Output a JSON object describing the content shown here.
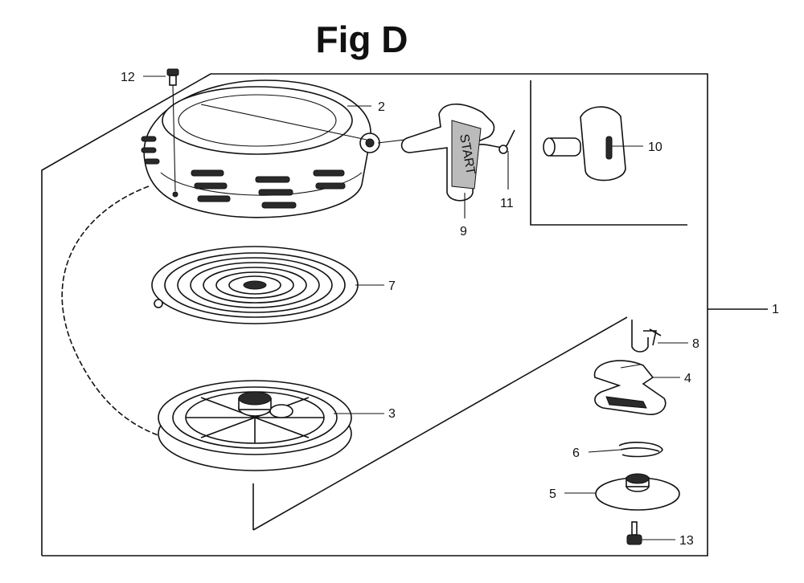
{
  "figure": {
    "title": "Fig D",
    "callouts": {
      "c1": "1",
      "c2": "2",
      "c3": "3",
      "c4": "4",
      "c5": "5",
      "c6": "6",
      "c7": "7",
      "c8": "8",
      "c9": "9",
      "c10": "10",
      "c11": "11",
      "c12": "12",
      "c13": "13"
    },
    "grip_text": "START"
  }
}
